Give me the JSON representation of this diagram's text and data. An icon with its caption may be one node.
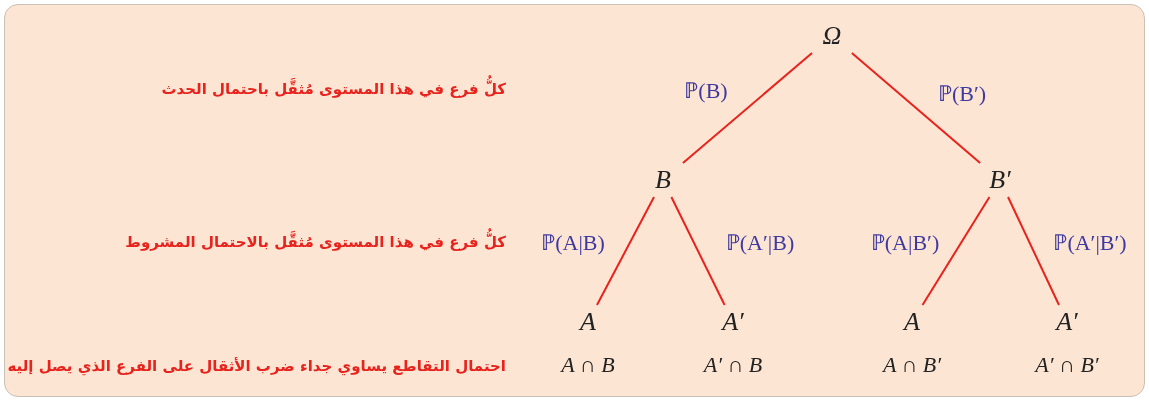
{
  "diagram": {
    "nodes": [
      {
        "text": [
          "Ω"
        ]
      },
      {
        "text": [
          "B"
        ]
      },
      {
        "text": [
          "B′"
        ]
      },
      {
        "text": [
          "A"
        ],
        "beside": [
          "A ∩ B"
        ]
      },
      {
        "text": [
          "A′"
        ],
        "beside": [
          "A′ ∩ B"
        ]
      },
      {
        "text": [
          "A"
        ],
        "beside": [
          "A ∩ B′"
        ]
      },
      {
        "text": [
          "A′"
        ],
        "beside": [
          "A′ ∩ B′"
        ]
      }
    ],
    "edges": [
      {
        "from": 0,
        "to": 1,
        "arrow": "none",
        "label": "ℙ(B)"
      },
      {
        "from": 0,
        "to": 2,
        "arrow": "none",
        "label": "ℙ(B′)"
      },
      {
        "from": 1,
        "to": 3,
        "arrow": "none",
        "label": "ℙ(A|B)"
      },
      {
        "from": 1,
        "to": 4,
        "arrow": "none",
        "label": "ℙ(A′|B)"
      },
      {
        "from": 2,
        "to": 5,
        "arrow": "none",
        "label": "ℙ(A|B′)"
      },
      {
        "from": 2,
        "to": 6,
        "arrow": "none",
        "label": "ℙ(A′|B′)"
      }
    ],
    "labels": [
      "كلُّ فرع في هذا المستوى مُثقَّل باحتمال الحدث",
      "كلُّ فرع في هذا المستوى مُثقَّل بالاحتمال المشروط",
      "احتمال التقاطع يساوي جداء ضرب الأثقال على الفرع الذي يصل إليه"
    ]
  }
}
